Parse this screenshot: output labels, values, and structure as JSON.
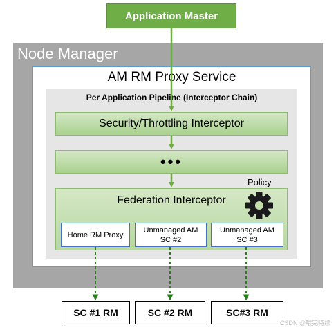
{
  "application_master": {
    "label": "Application Master"
  },
  "node_manager": {
    "title": "Node Manager"
  },
  "proxy_service": {
    "title": "AM RM Proxy Service"
  },
  "pipeline": {
    "title": "Per Application Pipeline (Interceptor Chain)",
    "security_interceptor": "Security/Throttling Interceptor",
    "ellipsis": "•••",
    "federation_interceptor": {
      "title": "Federation Interceptor",
      "policy_label": "Policy",
      "home_proxy": "Home RM Proxy",
      "unmanaged_am_1": {
        "line1": "Unmanaged AM",
        "line2": "SC #2"
      },
      "unmanaged_am_2": {
        "line1": "Unmanaged AM",
        "line2": "SC #3"
      }
    }
  },
  "resource_managers": [
    "SC #1 RM",
    "SC #2 RM",
    "SC#3 RM"
  ],
  "watermark": "CSDN @喂完待续",
  "colors": {
    "green": "#6fad47",
    "arrow": "#70ad47",
    "dashed_arrow": "#2e7d1e",
    "node_manager_bg": "#a6a6a6",
    "proxy_border": "#5b9bd5"
  }
}
